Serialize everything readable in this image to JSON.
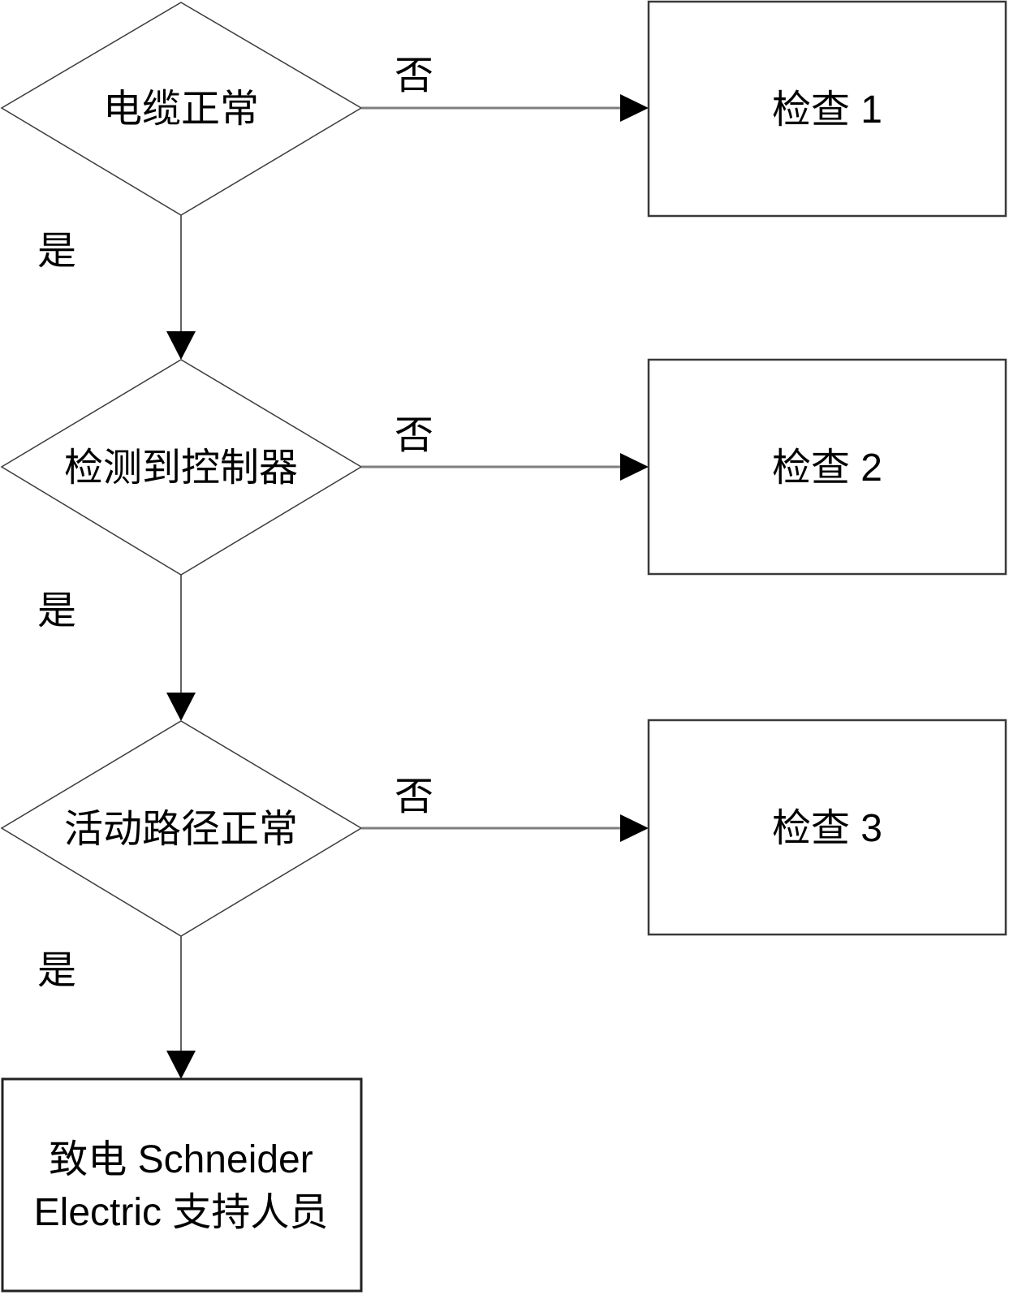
{
  "flowchart": {
    "background": "#ffffff",
    "colors": {
      "shape_outline": "#3c3c3c",
      "box_outline": "#3a3a3a",
      "final_box_outline": "#222222",
      "connector_horizontal": "#7e7e7e",
      "connector_vertical": "#3c3c3c",
      "arrowhead": "#000000",
      "text": "#000000"
    },
    "decisions": [
      {
        "label": "电缆正常",
        "no_label": "否",
        "yes_label": "是"
      },
      {
        "label": "检测到控制器",
        "no_label": "否",
        "yes_label": "是"
      },
      {
        "label": "活动路径正常",
        "no_label": "否",
        "yes_label": "是"
      }
    ],
    "checks": [
      {
        "label": "检查 1"
      },
      {
        "label": "检查 2"
      },
      {
        "label": "检查 3"
      }
    ],
    "final_step": {
      "line1": "致电 Schneider",
      "line2": "Electric 支持人员"
    }
  }
}
